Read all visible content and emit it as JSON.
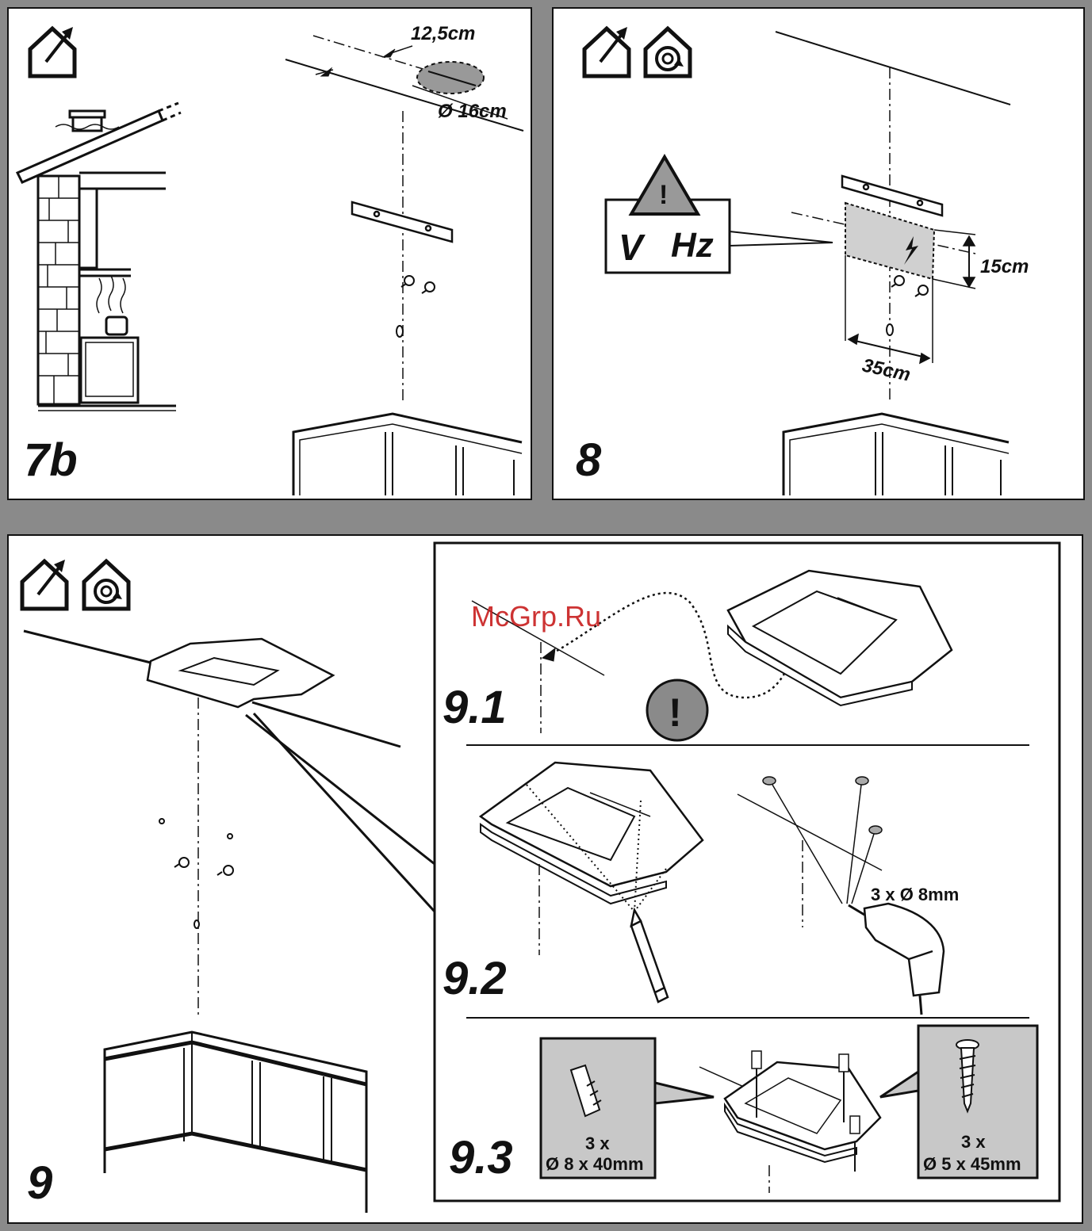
{
  "watermark": "McGrp.Ru",
  "panels": {
    "p7b": {
      "step": "7b",
      "dim_distance": "12,5cm",
      "dim_diameter": "Ø 16cm"
    },
    "p8": {
      "step": "8",
      "warning_voltage": "V",
      "warning_frequency": "Hz",
      "dim_height": "15cm",
      "dim_width": "35cm"
    },
    "p9": {
      "step": "9",
      "sub1": "9.1",
      "sub2": "9.2",
      "sub3": "9.3",
      "drill_note": "3 x Ø 8mm",
      "plug_qty": "3 x",
      "plug_size": "Ø 8 x 40mm",
      "screw_qty": "3 x",
      "screw_size": "Ø 5 x 45mm"
    }
  },
  "icons": [
    "ducted-outlet-icon",
    "recirculation-icon",
    "warning-icon",
    "drill-icon",
    "pencil-icon",
    "wall-plug-icon",
    "screw-icon"
  ],
  "colors": {
    "frame": "#8a8a8a",
    "paper": "#ffffff",
    "ink": "#111111",
    "shade": "#c8c8c8",
    "watermark": "#c81e1e"
  }
}
